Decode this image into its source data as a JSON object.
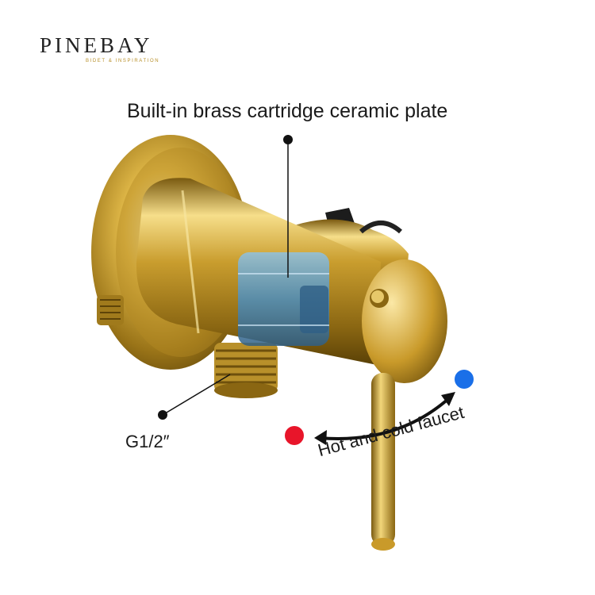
{
  "brand": {
    "name": "PINEBAY",
    "tagline": "BIDET & INSPIRATION"
  },
  "callouts": {
    "cartridge": "Built-in brass cartridge ceramic plate",
    "thread": "G1/2″",
    "faucet": "Hot and cold faucet"
  },
  "colors": {
    "gold": "#c9a33a",
    "hot": "#e8152a",
    "cold": "#1a6fe8",
    "cartridge": "#5a9cc8"
  },
  "icons": {
    "hot": "hot-dot-icon",
    "cold": "cold-dot-icon"
  }
}
